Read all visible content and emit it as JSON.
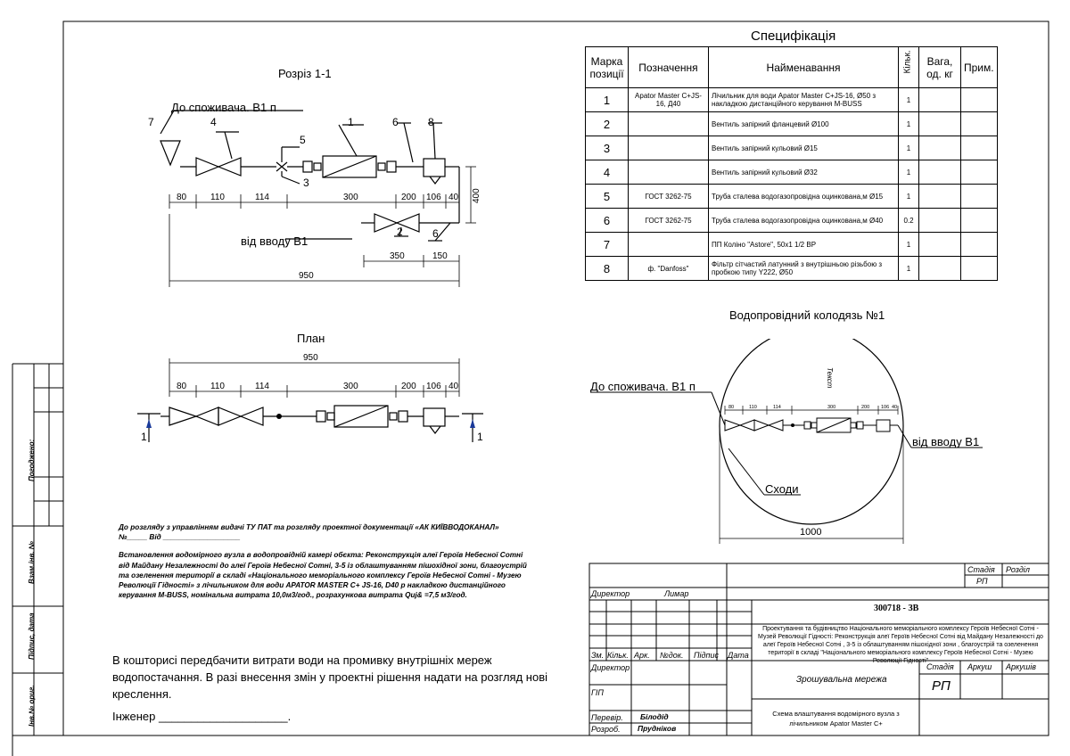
{
  "section": {
    "title": "Розріз 1-1",
    "to_consumer": "До споживача. В1 п",
    "from_input": "від вводу В1",
    "callouts": [
      "7",
      "4",
      "5",
      "3",
      "1",
      "6",
      "8",
      "2",
      "6"
    ],
    "dims_top": [
      "80",
      "110",
      "114",
      "300",
      "200",
      "106",
      "40"
    ],
    "dim_height": "400",
    "dims_lower": [
      "350",
      "150"
    ],
    "total": "950"
  },
  "plan": {
    "title": "План",
    "total": "950",
    "dims": [
      "80",
      "110",
      "114",
      "300",
      "200",
      "106",
      "40"
    ],
    "marker": "1"
  },
  "spec": {
    "title": "Специфікація",
    "headers": [
      "Марка позиції",
      "Позначення",
      "Найменавання",
      "Кільк.",
      "Вага, од. кг",
      "Прим."
    ],
    "rows": [
      {
        "pos": "1",
        "code": "Apator Master C+JS-16, Д40",
        "name": "Лічильник для води  Apator Master C+JS-16, Ø50 з накладкою дистанційного керування  M-BUSS",
        "qty": "1"
      },
      {
        "pos": "2",
        "code": "",
        "name": "Вентиль запірний фланцевий  Ø100",
        "qty": "1"
      },
      {
        "pos": "3",
        "code": "",
        "name": "Вентиль запірний кульовий  Ø15",
        "qty": "1"
      },
      {
        "pos": "4",
        "code": "",
        "name": "Вентиль запірний кульовий  Ø32",
        "qty": "1"
      },
      {
        "pos": "5",
        "code": "ГОСТ 3262-75",
        "name": "Труба сталева водогазопровідна оцинкована,м   Ø15",
        "qty": "1"
      },
      {
        "pos": "6",
        "code": "ГОСТ 3262-75",
        "name": "Труба сталева водогазопровідна оцинкована,м   Ø40",
        "qty": "0.2"
      },
      {
        "pos": "7",
        "code": "",
        "name": "ПП Коліно \"Astore\", 50x1 1/2 ВР",
        "qty": "1"
      },
      {
        "pos": "8",
        "code": "ф. \"Danfoss\"",
        "name": "Фільтр сітчастий латунний з внутрішньою різьбою з пробкою типу  Y222, Ø50",
        "qty": "1"
      }
    ]
  },
  "well": {
    "title": "Водопровідний колодязь №1",
    "to_consumer": "До споживача. В1 п",
    "from_input": "від вводу В1",
    "stairs": "Сходи",
    "text_label": "Текст",
    "dims": [
      "80",
      "110",
      "114",
      "300",
      "200",
      "106",
      "40"
    ],
    "diameter": "1000"
  },
  "notes": {
    "p1": "До розгляду з управлінням видачі ТУ ПАТ та розгляду проектної документації «АК КИЇВВОДОКАНАЛ» №_____ Від ___________________",
    "p2": "Встановлення водомірного вузла в водопровідній камері обєкта: Реконструкція алеї Героїв Небесної Сотні від Майдану Незалежності до алеї Героїв Небесної Сотні, 3-5 із облаштуванням пішохідної зони, благоустрій та озеленення території в складі «Національного меморіального комплексу Героїв Небесної Сотні - Музею Революції Гідності» з лічильником для води APATOR MASTER C+ JS-16, D40 р накладкою дистанційного керування M-BUSS, номінальна витрата 10,0м3/год., розрахункова витрата Quj& =7,5 м3/год.",
    "main": "В кошторисі передбачити витрати води на промивку внутрішніх мереж водопостачання. В разі внесення змін у проектні рішення надати на розгляд нові креслення.",
    "engineer": "Інженер  ____________________."
  },
  "side": {
    "approved": "Погоджено:",
    "inv_sub": "Взам.інв. №",
    "sign_date": "Підпис, дата",
    "inv_orig": "Інв.№ ориг."
  },
  "title_block": {
    "stage_h": "Стадія",
    "section_h": "Розділ",
    "stage_v": "РП",
    "director": "Директор",
    "director_name": "Лимар",
    "code": "300718 - ЗВ",
    "project": "Проектування та будівництво Національного меморіального комплексу Героїв Небесної Сотні - Музей Революції Гідності: Реконструкція алеї Героїв Небесної Сотні від Майдану Незалежності до алеї Героїв Небесної Сотні , 3-5 із облаштуванням пішохідної зони , благоустрій та озеленення території в складі \"Національного меморіального комплексу Героїв Небесної Сотні - Музею Революції Гідності\"",
    "cols": [
      "Зм.",
      "Кільк.",
      "Арк.",
      "№док.",
      "Підпис",
      "Дата"
    ],
    "director2": "Директор",
    "gip": "ГІП",
    "network": "Зрошувальна мережа",
    "stage_h2": "Стадія",
    "sheet_h": "Аркуш",
    "sheets_h": "Аркушів",
    "stage_v2": "РП",
    "checked": "Перевір.",
    "checked_name": "Білодід",
    "developed": "Розроб.",
    "developed_name": "Прудніков",
    "scheme": "Схема влаштування водомірного вузла з лічильником Apator Master C+"
  }
}
